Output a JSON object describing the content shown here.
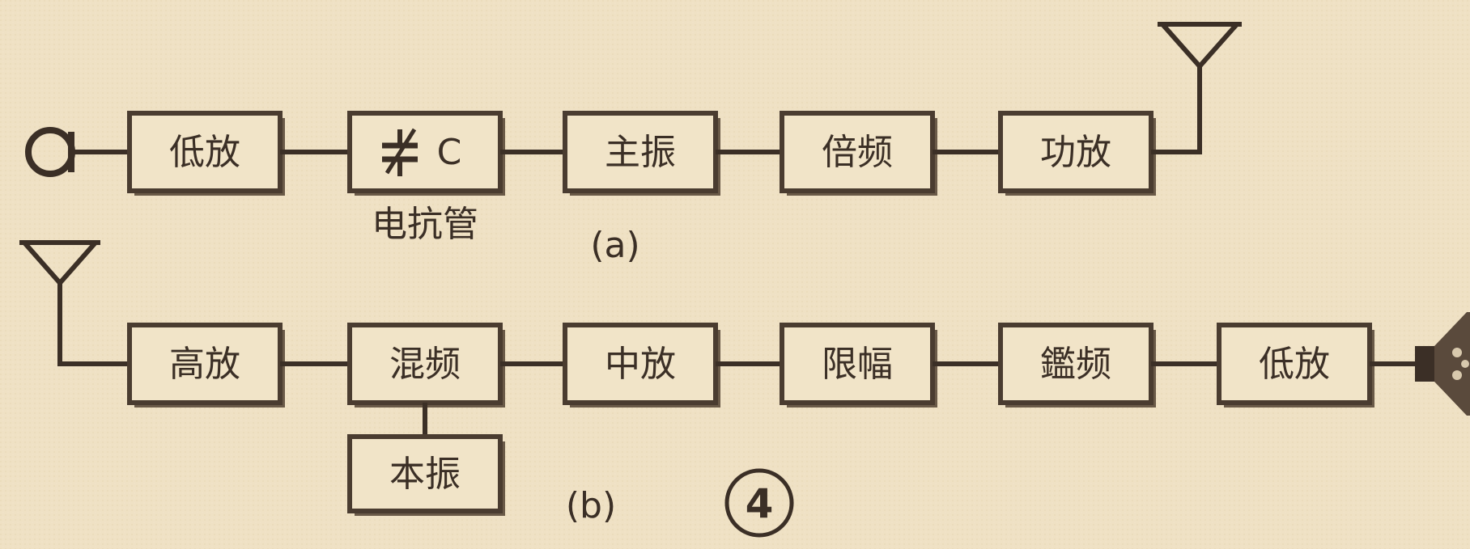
{
  "diagram_a": {
    "boxes": [
      "低放",
      "C",
      "主振",
      "倍频",
      "功放"
    ],
    "varactor_label": "电抗管",
    "caption": "(a)"
  },
  "diagram_b": {
    "boxes": [
      "高放",
      "混频",
      "中放",
      "限幅",
      "鑑频",
      "低放"
    ],
    "local_osc": "本振",
    "caption": "(b)"
  },
  "figure_number": "4"
}
